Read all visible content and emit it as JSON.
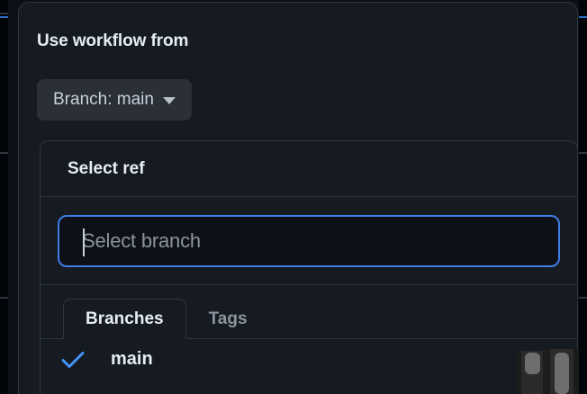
{
  "dialog": {
    "label": "Use workflow from",
    "branch_button": {
      "text": "Branch: main",
      "icon": "chevron-down-icon"
    }
  },
  "ref_popover": {
    "title": "Select ref",
    "search": {
      "placeholder": "Select branch",
      "value": "",
      "focused": true
    },
    "tabs": [
      {
        "label": "Branches",
        "active": true
      },
      {
        "label": "Tags",
        "active": false
      }
    ],
    "items": [
      {
        "label": "main",
        "selected": true,
        "icon": "check-icon"
      }
    ]
  },
  "colors": {
    "page_background": "#0d1117",
    "dialog_background": "#161b22",
    "border": "#30363d",
    "accent_blue": "#3f7de8",
    "check_blue": "#4493f8",
    "text_primary": "#e6edf3",
    "text_muted": "#8b949e",
    "button_background": "#2a2f38",
    "input_background": "#0d1117",
    "scrollbar_track": "#2b2b2b",
    "scrollbar_thumb": "#6e6e6e"
  }
}
